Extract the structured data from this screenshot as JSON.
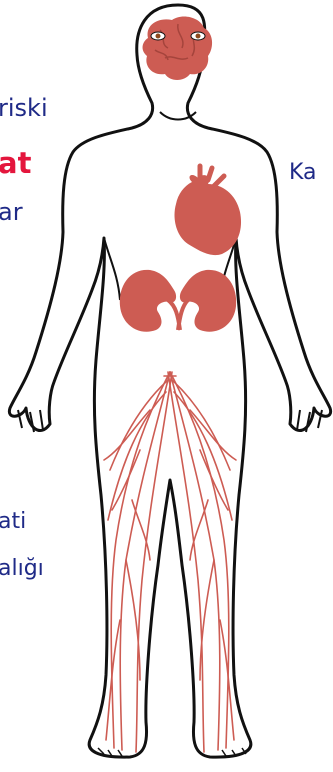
{
  "labels": {
    "risk_fragment": "riski",
    "highlight_fragment": "at",
    "line3_fragment": "ar",
    "right_fragment": "Ka",
    "lower_fragment_1": "ati",
    "lower_fragment_2": "alığı"
  },
  "colors": {
    "organ": "#cd5c53",
    "outline": "#111111",
    "navy_text": "#1f2a87",
    "highlight_text": "#e4163d"
  }
}
